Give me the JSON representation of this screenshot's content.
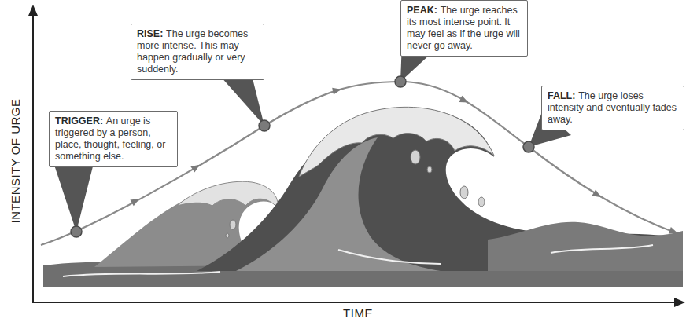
{
  "diagram": {
    "nodes": [
      {
        "text": [
          "TRIGGER:",
          "An urge is triggered by a person, place, thought, feeling, or something else."
        ]
      },
      {
        "text": [
          "RISE:",
          "The urge becomes more intense. This may happen gradually or very suddenly."
        ]
      },
      {
        "text": [
          "PEAK:",
          "The urge reaches its most intense point. It may feel as if the urge will never go away."
        ]
      },
      {
        "text": [
          "FALL:",
          "The urge loses intensity and eventually fades away."
        ]
      }
    ],
    "labels": [
      "INTENSITY OF URGE",
      "TIME"
    ]
  }
}
